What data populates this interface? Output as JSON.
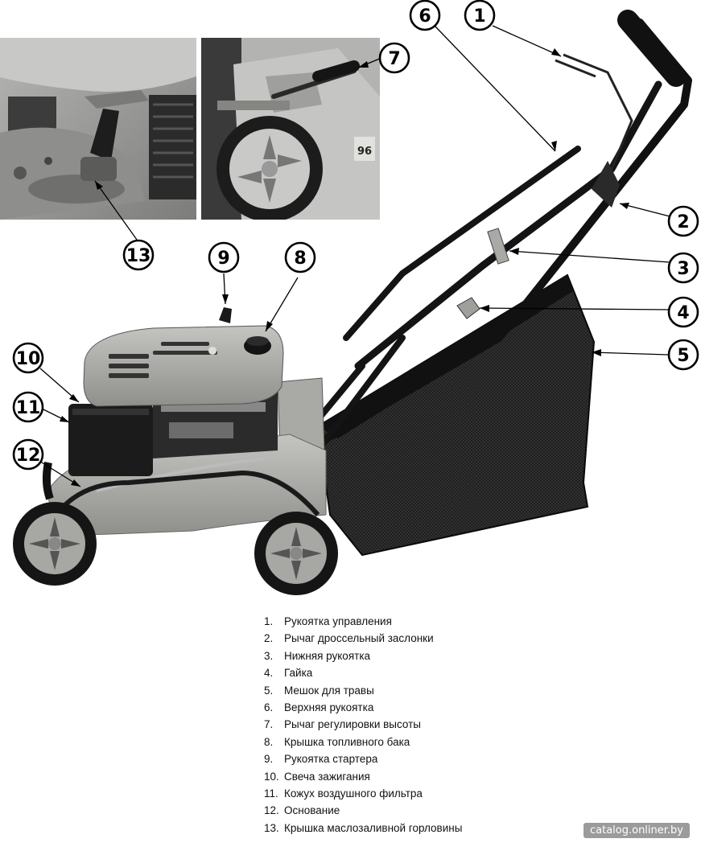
{
  "callouts": [
    {
      "number": "1"
    },
    {
      "number": "2"
    },
    {
      "number": "3"
    },
    {
      "number": "4"
    },
    {
      "number": "5"
    },
    {
      "number": "6"
    },
    {
      "number": "7"
    },
    {
      "number": "8"
    },
    {
      "number": "9"
    },
    {
      "number": "10"
    },
    {
      "number": "11"
    },
    {
      "number": "12"
    },
    {
      "number": "13"
    }
  ],
  "legend": [
    {
      "num": "1.",
      "text": "Рукоятка управления"
    },
    {
      "num": "2.",
      "text": "Рычаг дроссельный заслонки"
    },
    {
      "num": "3.",
      "text": "Нижняя рукоятка"
    },
    {
      "num": "4.",
      "text": "Гайка"
    },
    {
      "num": "5.",
      "text": "Мешок для травы"
    },
    {
      "num": "6.",
      "text": "Верхняя рукоятка"
    },
    {
      "num": "7.",
      "text": "Рычаг регулировки высоты"
    },
    {
      "num": "8.",
      "text": "Крышка топливного бака"
    },
    {
      "num": "9.",
      "text": "Рукоятка стартера"
    },
    {
      "num": "10.",
      "text": "Свеча зажигания"
    },
    {
      "num": "11.",
      "text": "Кожух воздушного фильтра"
    },
    {
      "num": "12.",
      "text": "Основание"
    },
    {
      "num": "13.",
      "text": "Крышка маслозаливной горловины"
    }
  ],
  "inset_label": "96",
  "watermark": "catalog.onliner.by",
  "colors": {
    "body_gray": "#a9aaa6",
    "dark": "#1c1c1c",
    "photo_bg": "#9a9a98"
  }
}
